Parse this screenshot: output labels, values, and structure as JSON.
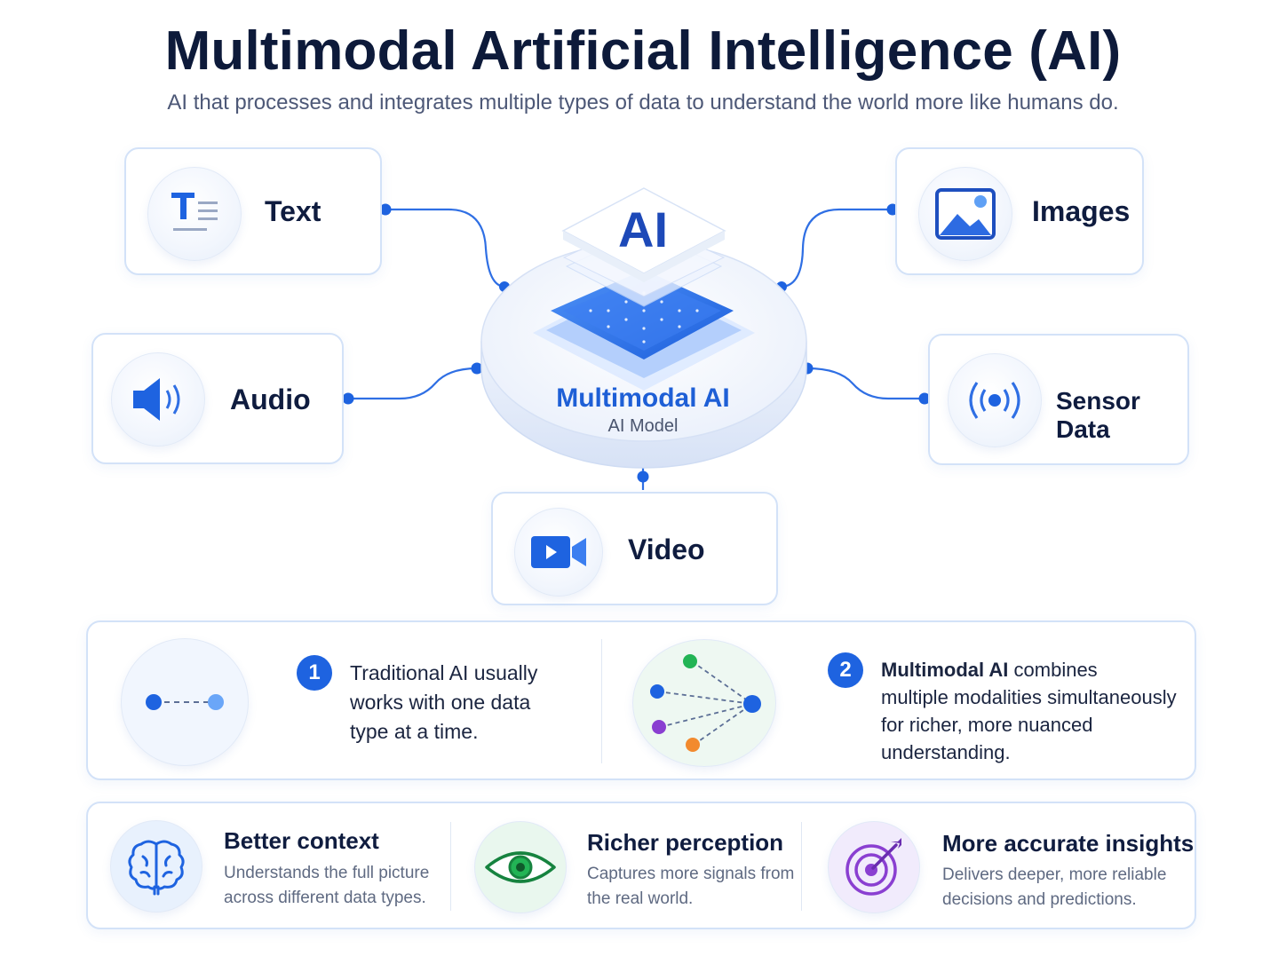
{
  "header": {
    "title": "Multimodal Artificial Intelligence (AI)",
    "subtitle": "AI that processes and integrates multiple types of data to understand the world more like humans do."
  },
  "modalities": {
    "text": "Text",
    "images": "Images",
    "audio": "Audio",
    "sensor": "Sensor Data",
    "video": "Video"
  },
  "hub": {
    "chip_text": "AI",
    "name": "Multimodal AI",
    "subtitle": "AI Model"
  },
  "comparison": {
    "traditional": {
      "number": "1",
      "lines": [
        "Traditional AI usually",
        "works with one data",
        "type at a time."
      ]
    },
    "multimodal": {
      "number": "2",
      "lead": "Multimodal AI",
      "lead_rest": " combines",
      "lines": [
        "multiple modalities simultaneously",
        "for richer, more nuanced",
        "understanding."
      ]
    }
  },
  "benefits": [
    {
      "title": "Better context",
      "desc_lines": [
        "Understands the full picture",
        "across different data types."
      ],
      "icon": "brain-icon"
    },
    {
      "title": "Richer perception",
      "desc_lines": [
        "Captures more signals from",
        "the real world."
      ],
      "icon": "eye-icon"
    },
    {
      "title": "More accurate insights",
      "desc_lines": [
        "Delivers deeper, more reliable",
        "decisions and predictions."
      ],
      "icon": "target-icon"
    }
  ],
  "colors": {
    "primary_blue": "#1e63e0",
    "dark_navy": "#0d1a3a",
    "green": "#22b455",
    "purple": "#8a3fd1",
    "orange": "#f28a2e"
  }
}
